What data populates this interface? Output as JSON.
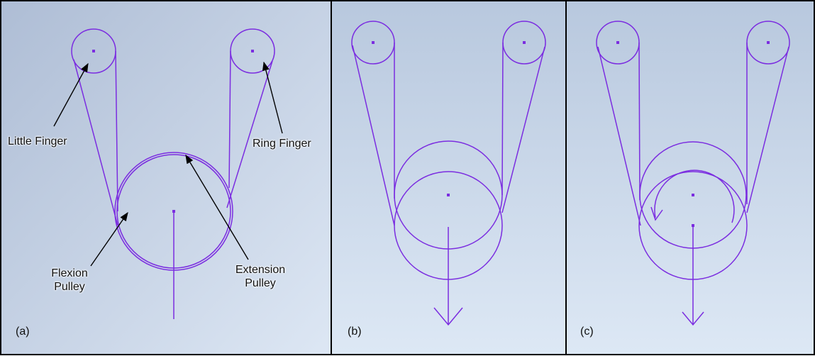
{
  "panels": [
    {
      "id": "a",
      "label": "(a)"
    },
    {
      "id": "b",
      "label": "(b)"
    },
    {
      "id": "c",
      "label": "(c)"
    }
  ],
  "annotations": {
    "little_finger": "Little Finger",
    "ring_finger": "Ring Finger",
    "flexion_pulley_line1": "Flexion",
    "flexion_pulley_line2": "Pulley",
    "extension_pulley_line1": "Extension",
    "extension_pulley_line2": "Pulley"
  },
  "colors": {
    "mechanism": "#7b2de0",
    "background_top": "#b3c3da",
    "background_bottom": "#dbe6f3",
    "border": "#000000"
  }
}
